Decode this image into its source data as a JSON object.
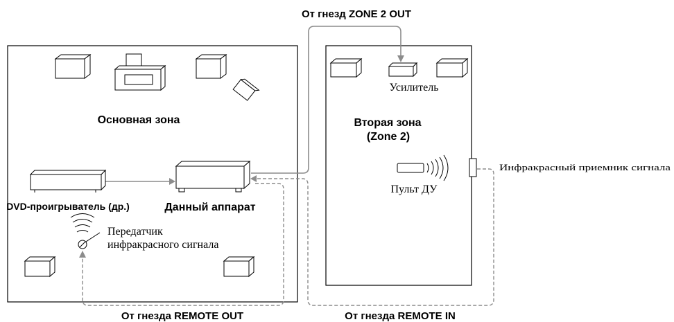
{
  "labels": {
    "zone2_out": "От гнезд ZONE 2 OUT",
    "main_zone": "Основная зона",
    "amplifier": "Усилитель",
    "second_zone_line1": "Вторая зона",
    "second_zone_line2": "(Zone 2)",
    "ir_receiver": "Инфракрасный приемник сигнала",
    "remote": "Пульт ДУ",
    "dvd_player": "DVD-проигрыватель (др.)",
    "this_unit": "Данный аппарат",
    "ir_transmitter_line1": "Передатчик",
    "ir_transmitter_line2": "инфракрасного сигнала",
    "remote_out": "От гнезда REMOTE OUT",
    "remote_in": "От гнезда REMOTE IN"
  },
  "colors": {
    "line": "#8c8c8c",
    "outline": "#000000",
    "background": "#ffffff"
  }
}
